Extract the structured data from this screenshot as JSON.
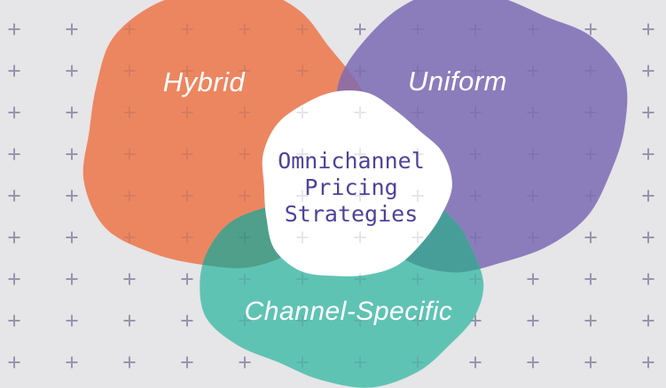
{
  "diagram": {
    "type": "venn",
    "title": "Omnichannel Pricing Strategies",
    "sets": [
      {
        "id": "hybrid",
        "label": "Hybrid",
        "color": "#ec8661"
      },
      {
        "id": "uniform",
        "label": "Uniform",
        "color": "#8b7dbc"
      },
      {
        "id": "channel",
        "label": "Channel-Specific",
        "color": "#5fc3b4"
      }
    ],
    "overlap_colors": {
      "hybrid_uniform": "#916fa3",
      "hybrid_channel": "#4f9f8b",
      "uniform_channel": "#479e99"
    },
    "center": {
      "fill": "#ffffff",
      "text_color": "#4f4299"
    },
    "label_text_color": "#ffffff",
    "background": {
      "color": "#e6e5e7",
      "pattern": "plus-grid",
      "pattern_color": "#a5a2bb"
    }
  }
}
